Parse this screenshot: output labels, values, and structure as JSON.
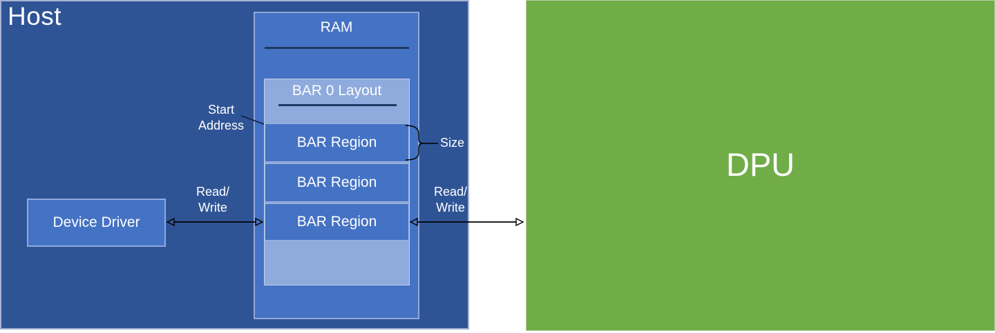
{
  "host": {
    "title": "Host"
  },
  "dpu": {
    "title": "DPU"
  },
  "ram": {
    "title": "RAM"
  },
  "bar0_layout": {
    "title": "BAR 0 Layout",
    "regions": [
      {
        "label": "BAR Region"
      },
      {
        "label": "BAR Region"
      },
      {
        "label": "BAR Region"
      }
    ]
  },
  "device_driver": {
    "label": "Device Driver"
  },
  "annotations": {
    "start_address": {
      "line1": "Start",
      "line2": "Address"
    },
    "size": {
      "label": "Size"
    },
    "read_write_left": {
      "line1": "Read/",
      "line2": "Write"
    },
    "read_write_right": {
      "line1": "Read/",
      "line2": "Write"
    }
  },
  "colors": {
    "host_background": "#2F5496",
    "inner_box": "#4472C4",
    "bar_layout_background": "#8FAADC",
    "dpu_background": "#70AD47",
    "underline": "#1F3864",
    "connector": "#000000",
    "text": "#FFFFFF"
  }
}
